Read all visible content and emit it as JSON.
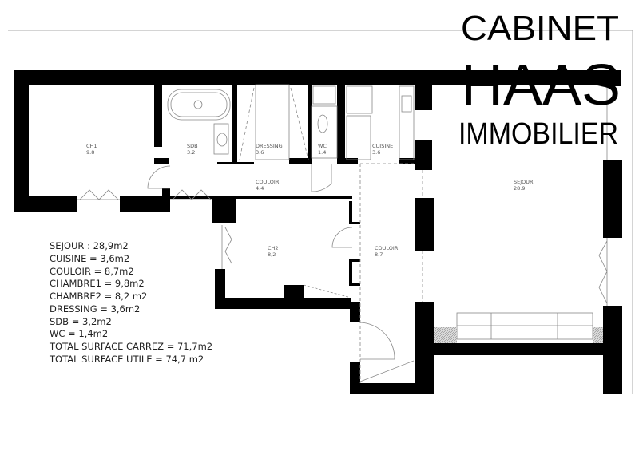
{
  "brand": {
    "line1": "CABINET",
    "line2": "HAAS",
    "line3": "IMMOBILIER"
  },
  "rooms": [
    {
      "id": "ch1",
      "name": "CH1",
      "area": "9.8"
    },
    {
      "id": "sdb",
      "name": "SDB",
      "area": "3.2"
    },
    {
      "id": "dressing",
      "name": "DRESSING",
      "area": "3.6"
    },
    {
      "id": "wc",
      "name": "WC",
      "area": "1.4"
    },
    {
      "id": "cuisine",
      "name": "CUISINE",
      "area": "3.6"
    },
    {
      "id": "couloir1",
      "name": "COULOIR",
      "area": "4.4"
    },
    {
      "id": "sejour",
      "name": "SEJOUR",
      "area": "28.9"
    },
    {
      "id": "ch2",
      "name": "CH2",
      "area": "8,2"
    },
    {
      "id": "couloir2",
      "name": "COULOIR",
      "area": "8.7"
    }
  ],
  "surfaces": [
    "SEJOUR : 28,9m2",
    "CUISINE = 3,6m2",
    "COULOIR = 8,7m2",
    "CHAMBRE1 = 9,8m2",
    "CHAMBRE2 = 8,2  m2",
    "DRESSING = 3,6m2",
    "SDB = 3,2m2",
    "WC = 1,4m2",
    "TOTAL SURFACE CARREZ = 71,7m2",
    "TOTAL SURFACE UTILE = 74,7  m2"
  ],
  "colors": {
    "wall": "#000000",
    "line": "#888888",
    "hatch": "#aaaaaa"
  }
}
